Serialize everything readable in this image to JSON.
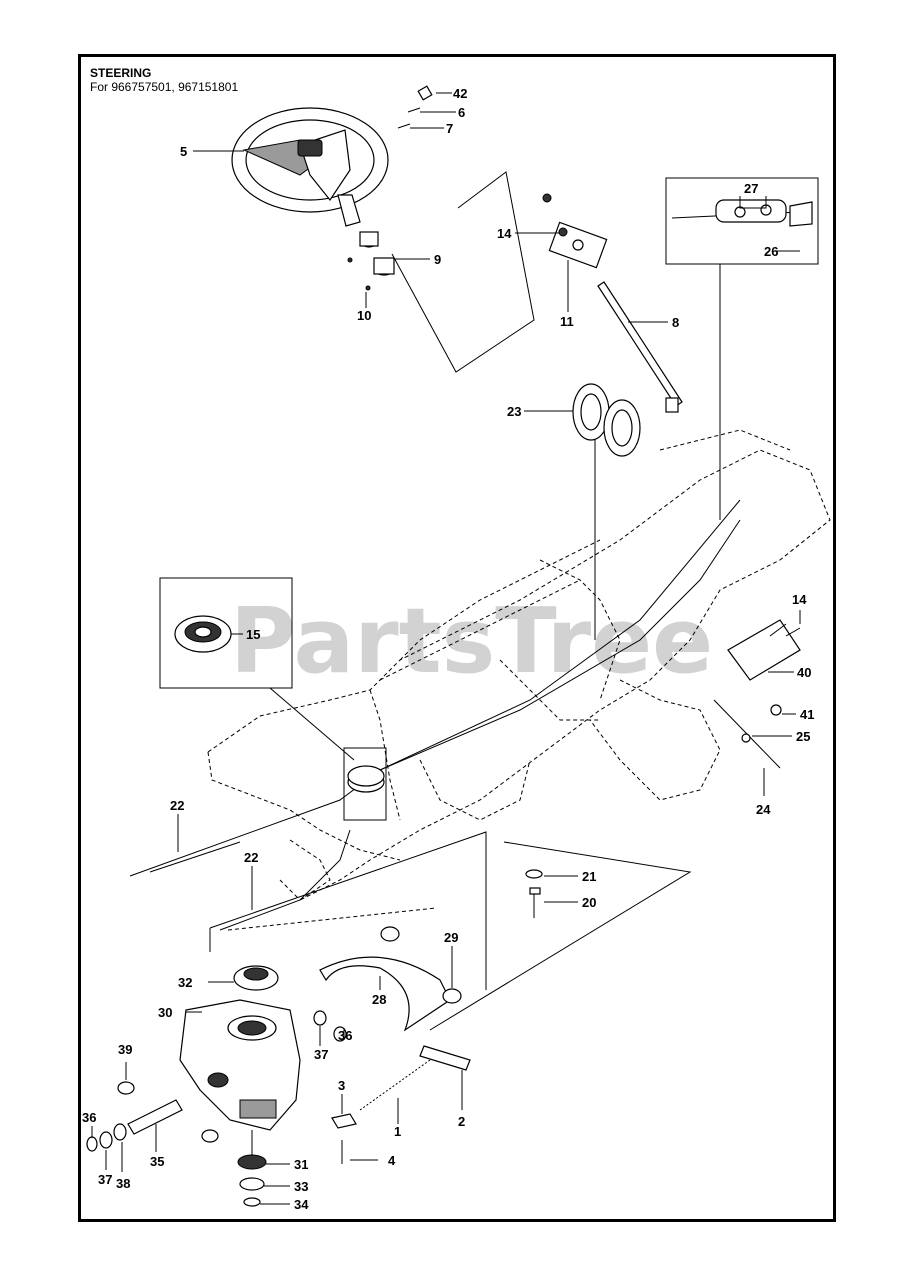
{
  "header": {
    "title": "STEERING",
    "subtitle": "For 966757501, 967151801"
  },
  "watermark": "PartsTree",
  "callouts": {
    "c42": "42",
    "c6": "6",
    "c7": "7",
    "c5": "5",
    "c9": "9",
    "c10": "10",
    "c14a": "14",
    "c11": "11",
    "c8": "8",
    "c27": "27",
    "c26": "26",
    "c23": "23",
    "c15": "15",
    "c14b": "14",
    "c40": "40",
    "c41": "41",
    "c25": "25",
    "c24": "24",
    "c22a": "22",
    "c22b": "22",
    "c21": "21",
    "c20": "20",
    "c29": "29",
    "c32": "32",
    "c28": "28",
    "c30": "30",
    "c36a": "36",
    "c37a": "37",
    "c39": "39",
    "c3": "3",
    "c2": "2",
    "c1": "1",
    "c36b": "36",
    "c37b": "37",
    "c38": "38",
    "c35": "35",
    "c31": "31",
    "c4": "4",
    "c33": "33",
    "c34": "34"
  }
}
